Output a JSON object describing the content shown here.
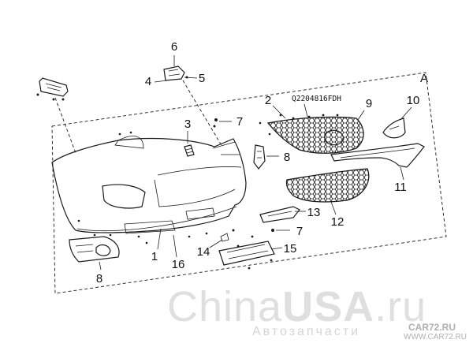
{
  "view_label": "A",
  "part_code": "Q2204816FDH",
  "callouts": [
    {
      "id": "c1",
      "text": "1"
    },
    {
      "id": "c2",
      "text": "2"
    },
    {
      "id": "c3",
      "text": "3"
    },
    {
      "id": "c4",
      "text": "4"
    },
    {
      "id": "c5",
      "text": "5"
    },
    {
      "id": "c6",
      "text": "6"
    },
    {
      "id": "c7a",
      "text": "7"
    },
    {
      "id": "c7b",
      "text": "7"
    },
    {
      "id": "c8a",
      "text": "8"
    },
    {
      "id": "c8b",
      "text": "8"
    },
    {
      "id": "c9",
      "text": "9"
    },
    {
      "id": "c10",
      "text": "10"
    },
    {
      "id": "c11",
      "text": "11"
    },
    {
      "id": "c12",
      "text": "12"
    },
    {
      "id": "c13",
      "text": "13"
    },
    {
      "id": "c14",
      "text": "14"
    },
    {
      "id": "c15",
      "text": "15"
    },
    {
      "id": "c16",
      "text": "16"
    }
  ],
  "watermarks": {
    "brand_prefix": "China",
    "brand_bold": "USA",
    "brand_suffix": ".ru",
    "subtitle": "Автозапчасти",
    "car72_top": "CAR72.RU",
    "car72_bottom": "WWW.CAR72.RU"
  }
}
